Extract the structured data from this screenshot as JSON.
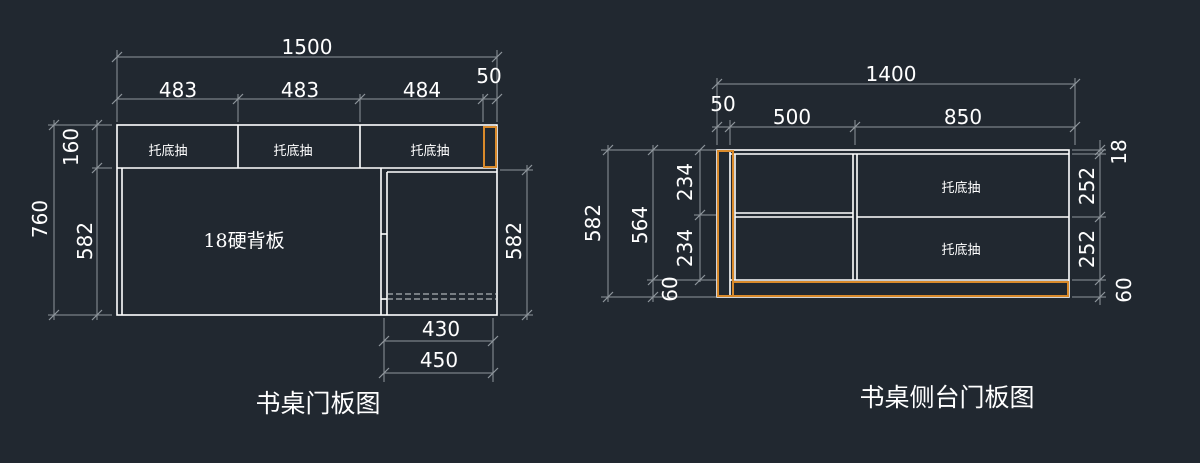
{
  "colors": {
    "background": "#212830",
    "line": "#ffffff",
    "dimension_line": "#8f969c",
    "accent": "#d98a2b"
  },
  "left": {
    "title": "书桌门板图",
    "back_panel_label": "18硬背板",
    "drawer_label": "托底抽",
    "dims": {
      "total_width": "1500",
      "seg1": "483",
      "seg2": "483",
      "seg3": "484",
      "end": "50",
      "total_height": "760",
      "top_height": "160",
      "lower_height_left": "582",
      "lower_height_right": "582",
      "inner_width": "430",
      "outer_width": "450"
    }
  },
  "right": {
    "title": "书桌侧台门板图",
    "drawer_label": "托底抽",
    "dims": {
      "total_width": "1400",
      "left": "50",
      "mid": "500",
      "wide": "850",
      "outer_height": "582",
      "inner_height": "564",
      "plinth_left": "60",
      "cell_top": "234",
      "cell_bottom": "234",
      "top_right": "18",
      "drawer_top": "252",
      "drawer_bottom": "252",
      "plinth_right": "60"
    }
  }
}
